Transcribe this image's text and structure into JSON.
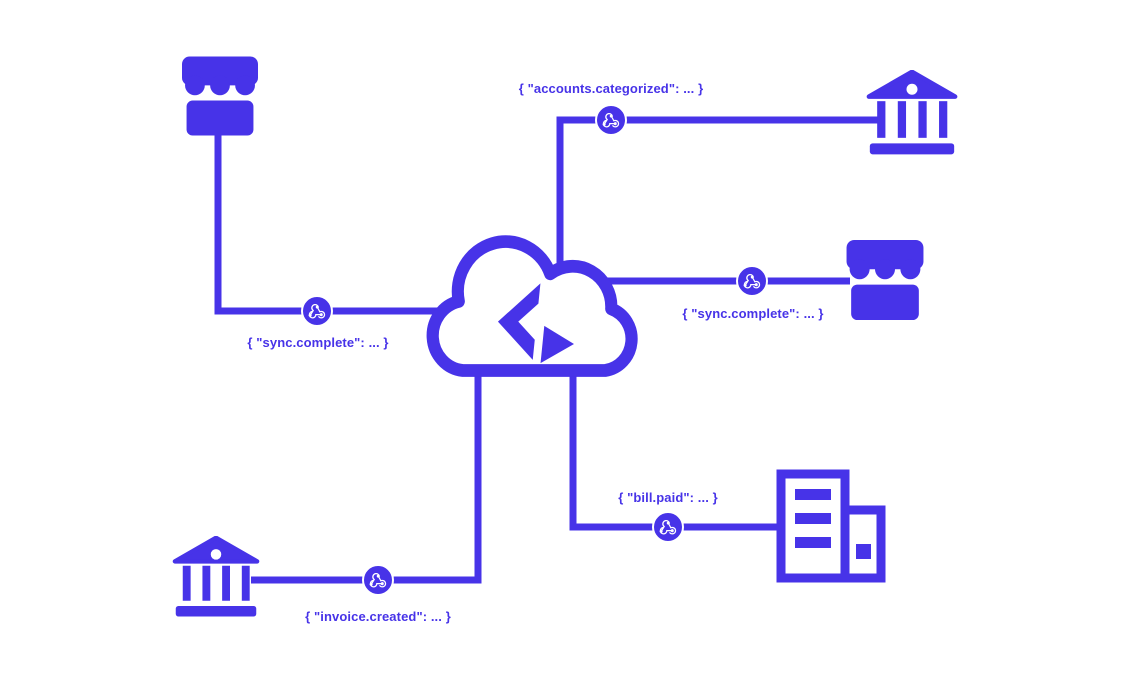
{
  "diagram": {
    "description": "Cloud sync hub sending webhook events between connected banking and commerce platforms",
    "colors": {
      "accent": "#4733e8",
      "background": "#ffffff"
    },
    "events": {
      "accounts_categorized": "{ \"accounts.categorized\": ... }",
      "sync_complete_left": "{ \"sync.complete\": ... }",
      "sync_complete_right": "{ \"sync.complete\": ... }",
      "invoice_created": "{ \"invoice.created\": ... }",
      "bill_paid": "{ \"bill.paid\": ... }"
    },
    "nodes": [
      {
        "id": "storefront-top-left",
        "icon": "storefront-icon"
      },
      {
        "id": "bank-top-right",
        "icon": "bank-icon"
      },
      {
        "id": "storefront-right",
        "icon": "storefront-icon"
      },
      {
        "id": "office-building-bottom-right",
        "icon": "office-building-icon"
      },
      {
        "id": "bank-bottom-left",
        "icon": "bank-icon"
      },
      {
        "id": "cloud-hub-center",
        "icon": "cloud-sync-icon"
      }
    ]
  }
}
